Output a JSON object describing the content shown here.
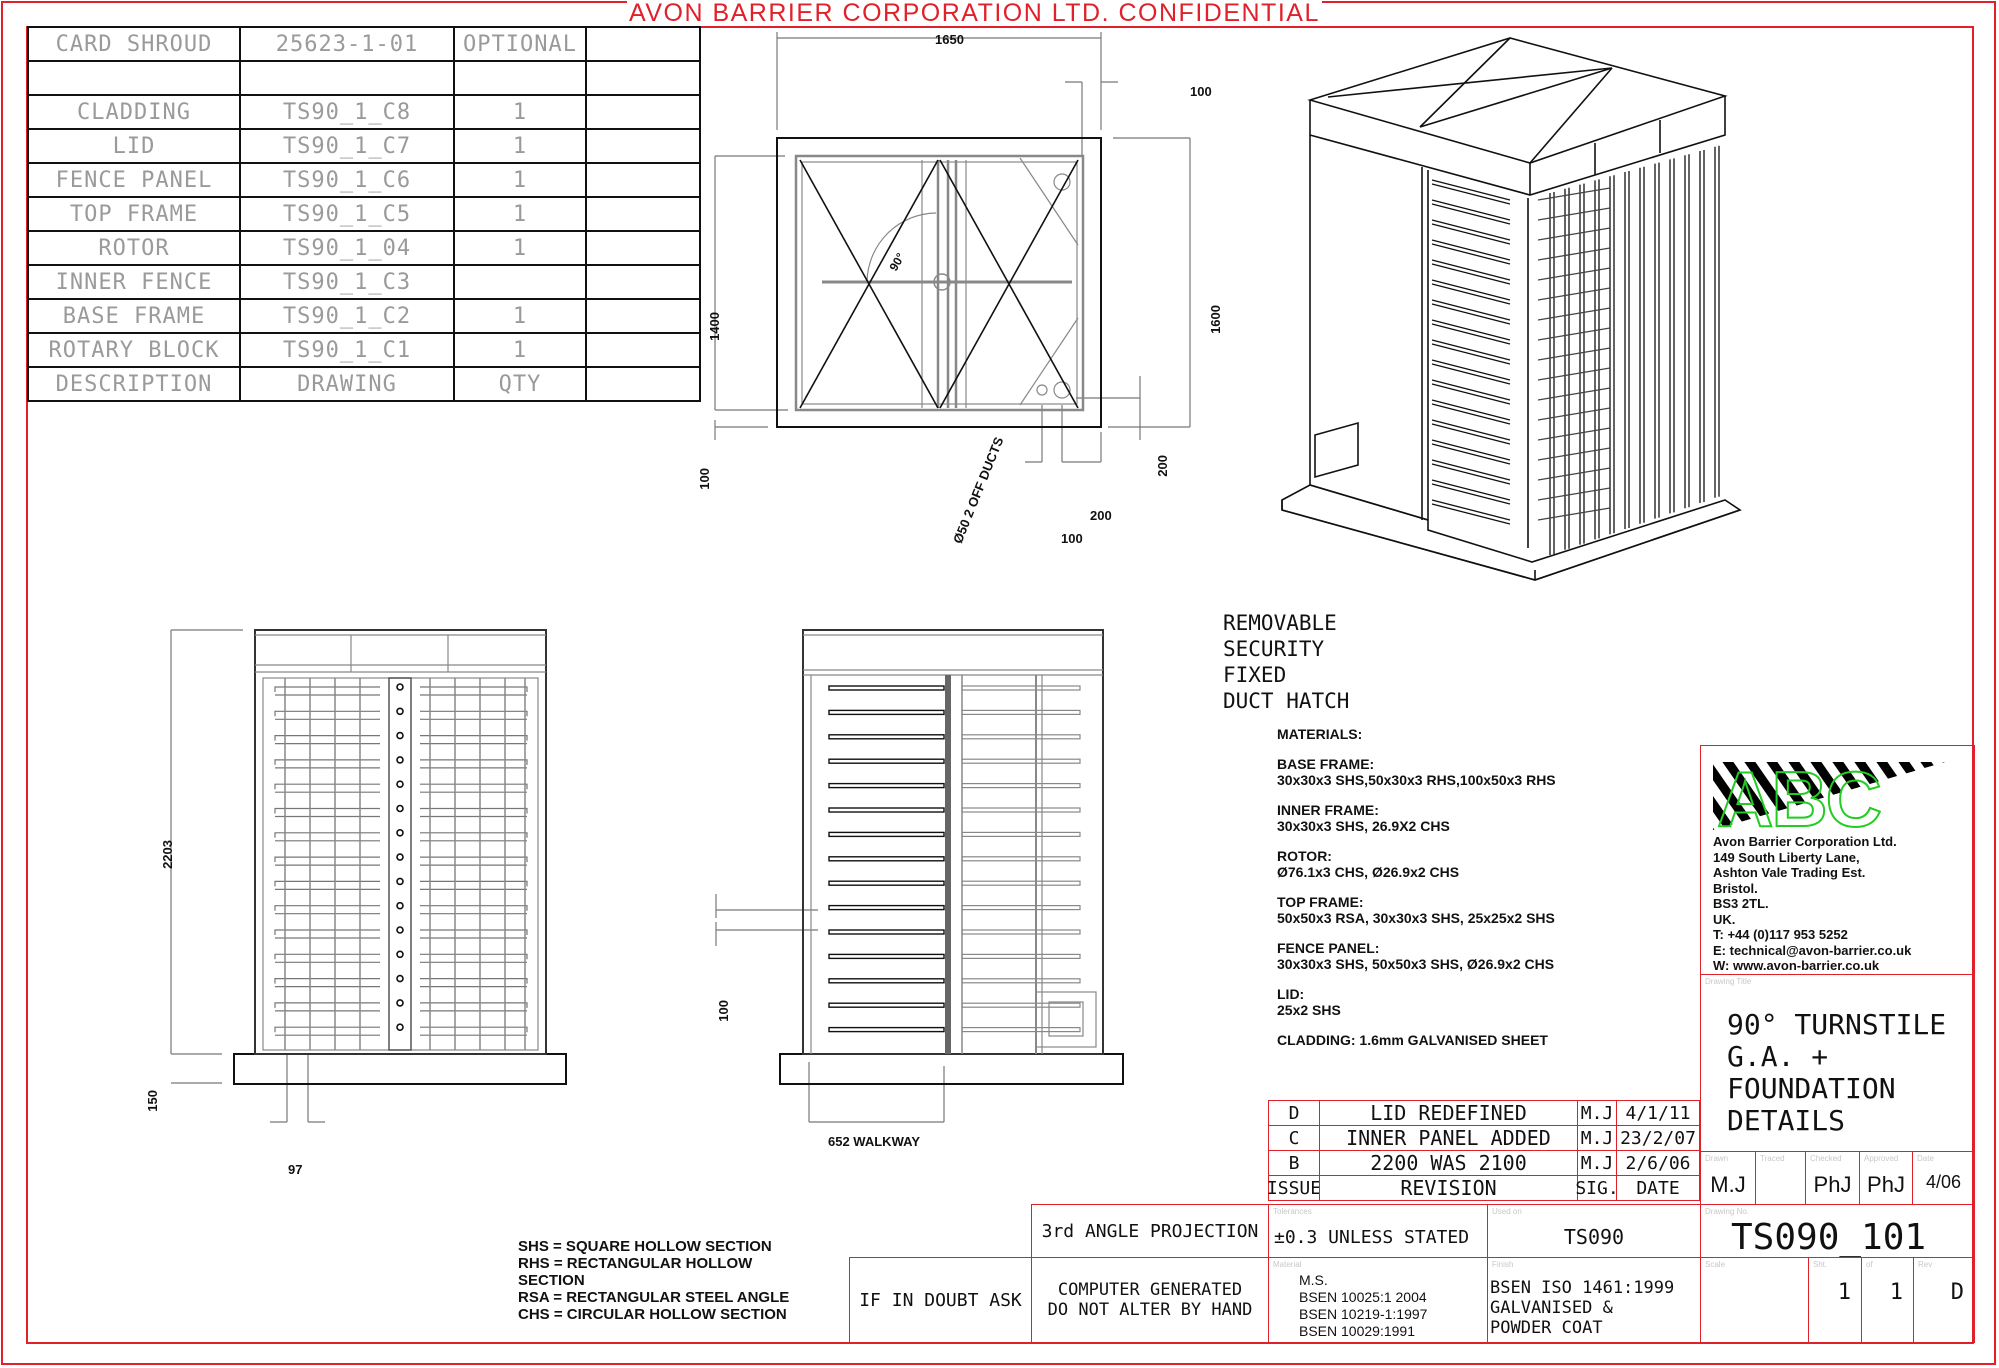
{
  "banner": "AVON BARRIER CORPORATION LTD. CONFIDENTIAL",
  "parts_table": {
    "rows": [
      {
        "description": "CARD SHROUD",
        "drawing": "25623-1-01",
        "qty": "OPTIONAL",
        "extra": ""
      },
      {
        "description": "",
        "drawing": "",
        "qty": "",
        "extra": ""
      },
      {
        "description": "CLADDING",
        "drawing": "TS90_1_C8",
        "qty": "1",
        "extra": ""
      },
      {
        "description": "LID",
        "drawing": "TS90_1_C7",
        "qty": "1",
        "extra": ""
      },
      {
        "description": "FENCE PANEL",
        "drawing": "TS90_1_C6",
        "qty": "1",
        "extra": ""
      },
      {
        "description": "TOP FRAME",
        "drawing": "TS90_1_C5",
        "qty": "1",
        "extra": ""
      },
      {
        "description": "ROTOR",
        "drawing": "TS90_1_04",
        "qty": "1",
        "extra": ""
      },
      {
        "description": "INNER FENCE",
        "drawing": "TS90_1_C3",
        "qty": "",
        "extra": ""
      },
      {
        "description": "BASE FRAME",
        "drawing": "TS90_1_C2",
        "qty": "1",
        "extra": ""
      },
      {
        "description": "ROTARY BLOCK",
        "drawing": "TS90_1_C1",
        "qty": "1",
        "extra": ""
      }
    ],
    "header": {
      "description": "DESCRIPTION",
      "drawing": "DRAWING",
      "qty": "QTY",
      "extra": ""
    }
  },
  "plan_view": {
    "dim_width": "1650",
    "dim_offset_top": "100",
    "dim_inner_height": "1400",
    "dim_outer_height": "1600",
    "dim_bottom_left": "100",
    "dim_200_right": "200",
    "dim_200_bottom": "200",
    "dim_100_bottom": "100",
    "angle": "90°",
    "ducts_note": "Ø50 2 OFF DUCTS"
  },
  "front_elevation": {
    "dim_height": "2203",
    "dim_base": "150",
    "dim_bar": "97"
  },
  "side_elevation": {
    "dim_100": "100",
    "walkway": "652 WALKWAY"
  },
  "hatch_note": [
    "REMOVABLE",
    "SECURITY",
    "FIXED",
    "DUCT HATCH"
  ],
  "materials": {
    "title": "MATERIALS:",
    "groups": [
      {
        "label": "BASE FRAME:",
        "value": "30x30x3 SHS,50x30x3 RHS,100x50x3 RHS"
      },
      {
        "label": "INNER  FRAME:",
        "value": "30x30x3 SHS, 26.9X2 CHS"
      },
      {
        "label": "ROTOR:",
        "value": "Ø76.1x3 CHS, Ø26.9x2 CHS"
      },
      {
        "label": "TOP FRAME:",
        "value": "50x50x3 RSA, 30x30x3 SHS, 25x25x2 SHS"
      },
      {
        "label": "FENCE PANEL:",
        "value": "30x30x3 SHS, 50x50x3 SHS, Ø26.9x2 CHS"
      },
      {
        "label": "LID:",
        "value": "25x2 SHS"
      }
    ],
    "cladding": "CLADDING: 1.6mm GALVANISED SHEET"
  },
  "abbreviations": [
    "SHS = SQUARE HOLLOW SECTION",
    "RHS = RECTANGULAR HOLLOW",
    "SECTION",
    "RSA = RECTANGULAR STEEL ANGLE",
    "CHS = CIRCULAR HOLLOW SECTION"
  ],
  "revisions": {
    "rows": [
      {
        "issue": "D",
        "revision": "LID REDEFINED",
        "sig": "M.J",
        "date": "4/1/11"
      },
      {
        "issue": "C",
        "revision": "INNER PANEL ADDED",
        "sig": "M.J",
        "date": "23/2/07"
      },
      {
        "issue": "B",
        "revision": "2200 WAS 2100",
        "sig": "M.J",
        "date": "2/6/06"
      }
    ],
    "header": {
      "issue": "ISSUE",
      "revision": "REVISION",
      "sig": "SIG.",
      "date": "DATE"
    }
  },
  "title_block": {
    "company": {
      "logo_text": "ABC",
      "lines": [
        "Avon Barrier Corporation Ltd.",
        "149 South Liberty Lane,",
        "Ashton Vale Trading Est.",
        "Bristol.",
        "BS3 2TL.",
        "UK.",
        "T:  +44 (0)117 953 5252",
        "E:  technical@avon-barrier.co.uk",
        "W:  www.avon-barrier.co.uk"
      ]
    },
    "drawing_title_label": "Drawing Title",
    "drawing_title": [
      "90° TURNSTILE",
      "G.A. +",
      "FOUNDATION",
      "DETAILS"
    ],
    "drawn_label": "Drawn",
    "drawn": "M.J",
    "traced_label": "Traced",
    "traced": "",
    "checked_label": "Checked",
    "checked": "PhJ",
    "approved_label": "Approved",
    "approved": "PhJ",
    "date_label": "Date",
    "date": "4/06",
    "projection": "3rd ANGLE PROJECTION",
    "tolerance_label": "Tolerances",
    "tolerance": "±0.3 UNLESS STATED",
    "used_on_label": "Used on",
    "used_on": "TS090",
    "if_in_doubt": "IF IN DOUBT ASK",
    "computer_generated": [
      "COMPUTER GENERATED",
      "DO NOT ALTER BY HAND"
    ],
    "material_label": "Material",
    "material": [
      "M.S.",
      "BSEN 10025:1 2004",
      "BSEN 10219-1:1997",
      "BSEN 10029:1991"
    ],
    "finish_label": "Finish",
    "finish": [
      "BSEN ISO 1461:1999",
      "GALVANISED &",
      "POWDER COAT"
    ],
    "drawing_no_label": "Drawing No.",
    "drawing_no": "TS090_101",
    "scale_label": "Scale",
    "scale": "",
    "sheet_label": "Sht.",
    "sheet": "1",
    "of_label": "of",
    "of": "1",
    "rev_label": "Rev",
    "rev": "D"
  },
  "colors": {
    "border": "#e0202a",
    "logo_green": "#22cc22",
    "line": "#111111",
    "faint_line": "#888888"
  }
}
